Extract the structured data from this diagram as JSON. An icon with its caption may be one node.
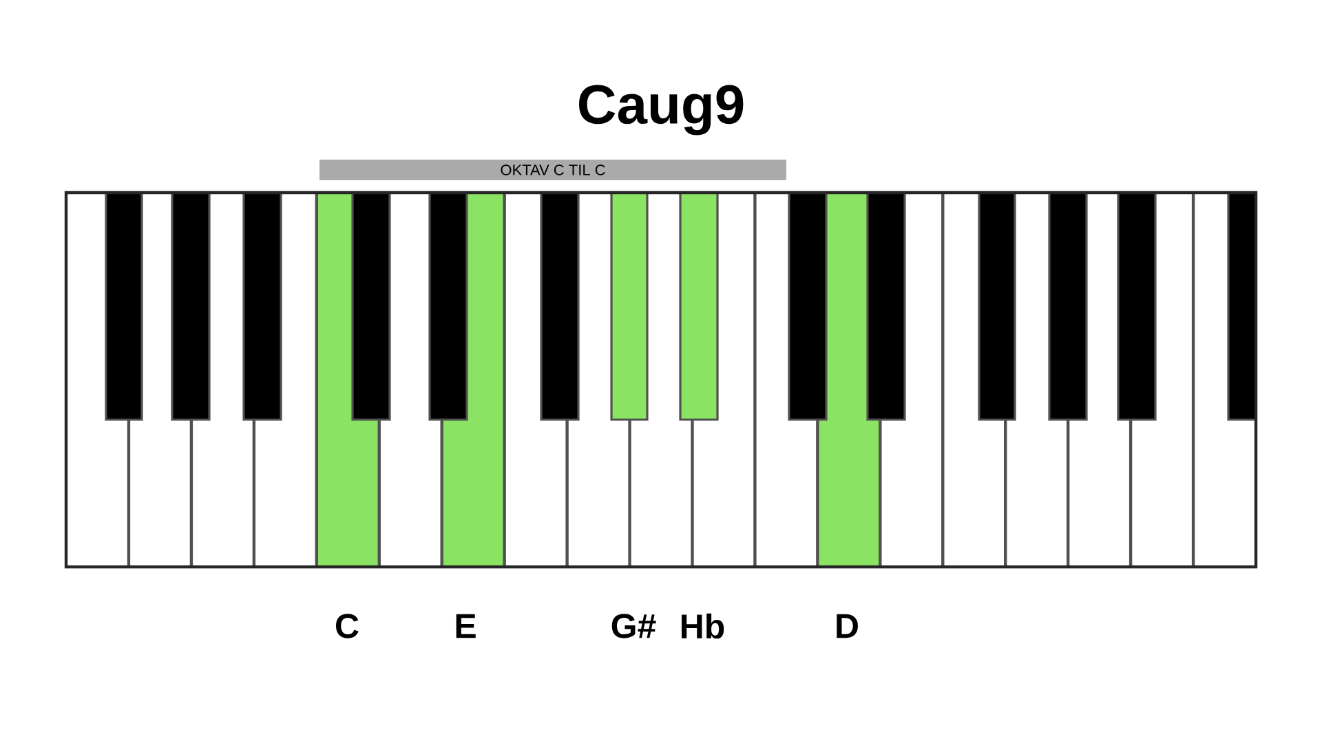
{
  "diagram": {
    "title": "Caug9",
    "nodes": [
      {
        "text": [
          "OKTAV C TIL C"
        ]
      }
    ],
    "labels": [
      "C",
      "E",
      "G#",
      "Hb",
      "D"
    ]
  }
}
